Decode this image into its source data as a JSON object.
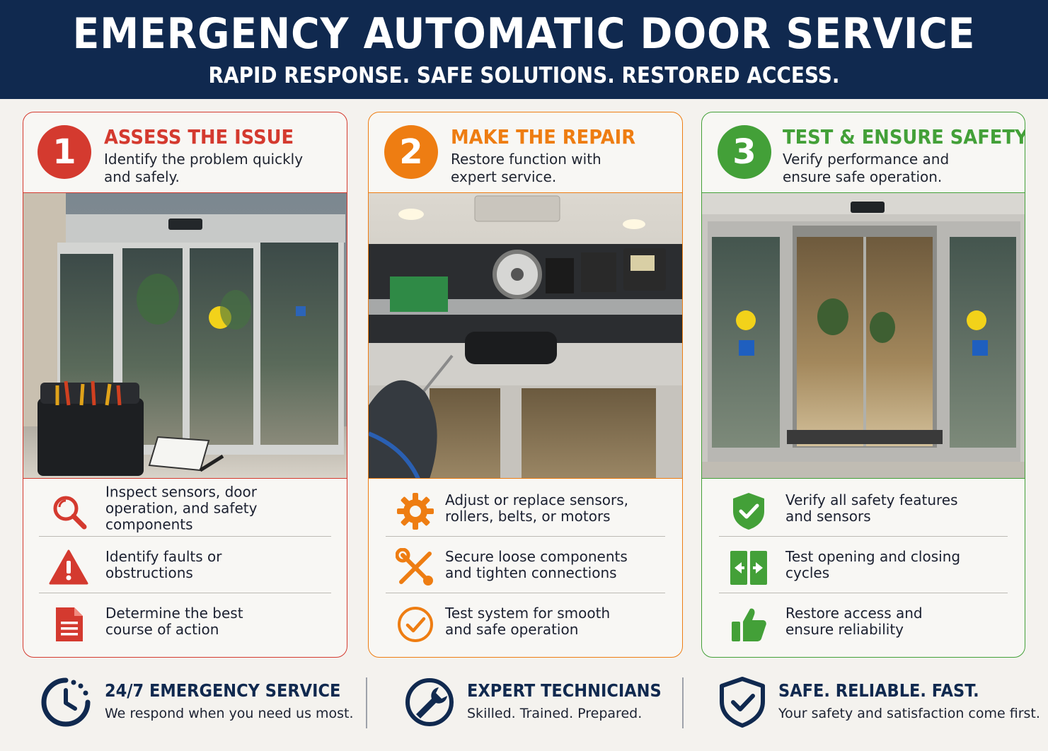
{
  "banner": {
    "title": "EMERGENCY AUTOMATIC DOOR SERVICE",
    "subtitle": "RAPID RESPONSE. SAFE SOLUTIONS. RESTORED ACCESS."
  },
  "colors": {
    "navy": "#10294f",
    "red": "#d43a2f",
    "orange": "#ee7d12",
    "green": "#43a038"
  },
  "steps": [
    {
      "number": "1",
      "title": "ASSESS THE ISSUE",
      "subtitle": "Identify the problem quickly\nand safely.",
      "items": [
        {
          "icon": "magnifier-icon",
          "text": "Inspect sensors, door\noperation, and safety\ncomponents"
        },
        {
          "icon": "warning-icon",
          "text": "Identify faults or\nobstructions"
        },
        {
          "icon": "document-icon",
          "text": "Determine the best\ncourse of action"
        }
      ]
    },
    {
      "number": "2",
      "title": "MAKE THE REPAIR",
      "subtitle": "Restore function with\nexpert service.",
      "items": [
        {
          "icon": "gear-icon",
          "text": "Adjust or replace sensors,\nrollers, belts, or motors"
        },
        {
          "icon": "tools-icon",
          "text": "Secure loose components\nand tighten connections"
        },
        {
          "icon": "check-circle-icon",
          "text": "Test system for smooth\nand safe operation"
        }
      ]
    },
    {
      "number": "3",
      "title": "TEST & ENSURE SAFETY",
      "subtitle": "Verify performance and\nensure safe operation.",
      "items": [
        {
          "icon": "shield-check-icon",
          "text": "Verify all safety features\nand sensors"
        },
        {
          "icon": "door-arrows-icon",
          "text": "Test opening and closing\ncycles"
        },
        {
          "icon": "thumbs-up-icon",
          "text": "Restore access and\nensure reliability"
        }
      ]
    }
  ],
  "footer": [
    {
      "icon": "clock-icon",
      "title": "24/7 EMERGENCY SERVICE",
      "subtitle": "We respond when you need us most."
    },
    {
      "icon": "wrench-icon",
      "title": "EXPERT TECHNICIANS",
      "subtitle": "Skilled. Trained. Prepared."
    },
    {
      "icon": "shield-check-icon",
      "title": "SAFE. RELIABLE. FAST.",
      "subtitle": "Your safety and satisfaction come first."
    }
  ]
}
